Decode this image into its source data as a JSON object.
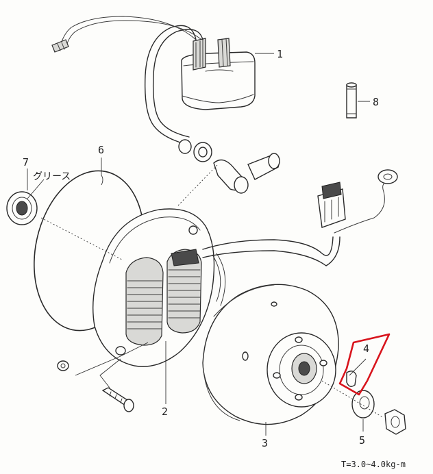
{
  "diagram": {
    "callouts": [
      {
        "id": "1",
        "label": "1"
      },
      {
        "id": "2",
        "label": "2"
      },
      {
        "id": "3",
        "label": "3"
      },
      {
        "id": "4",
        "label": "4"
      },
      {
        "id": "5",
        "label": "5"
      },
      {
        "id": "6",
        "label": "6"
      },
      {
        "id": "7",
        "label": "7"
      },
      {
        "id": "8",
        "label": "8"
      }
    ],
    "grease_note": "グリース",
    "torque_spec": "T=3.0~4.0kg-m",
    "highlight_color": "#d8141c"
  }
}
